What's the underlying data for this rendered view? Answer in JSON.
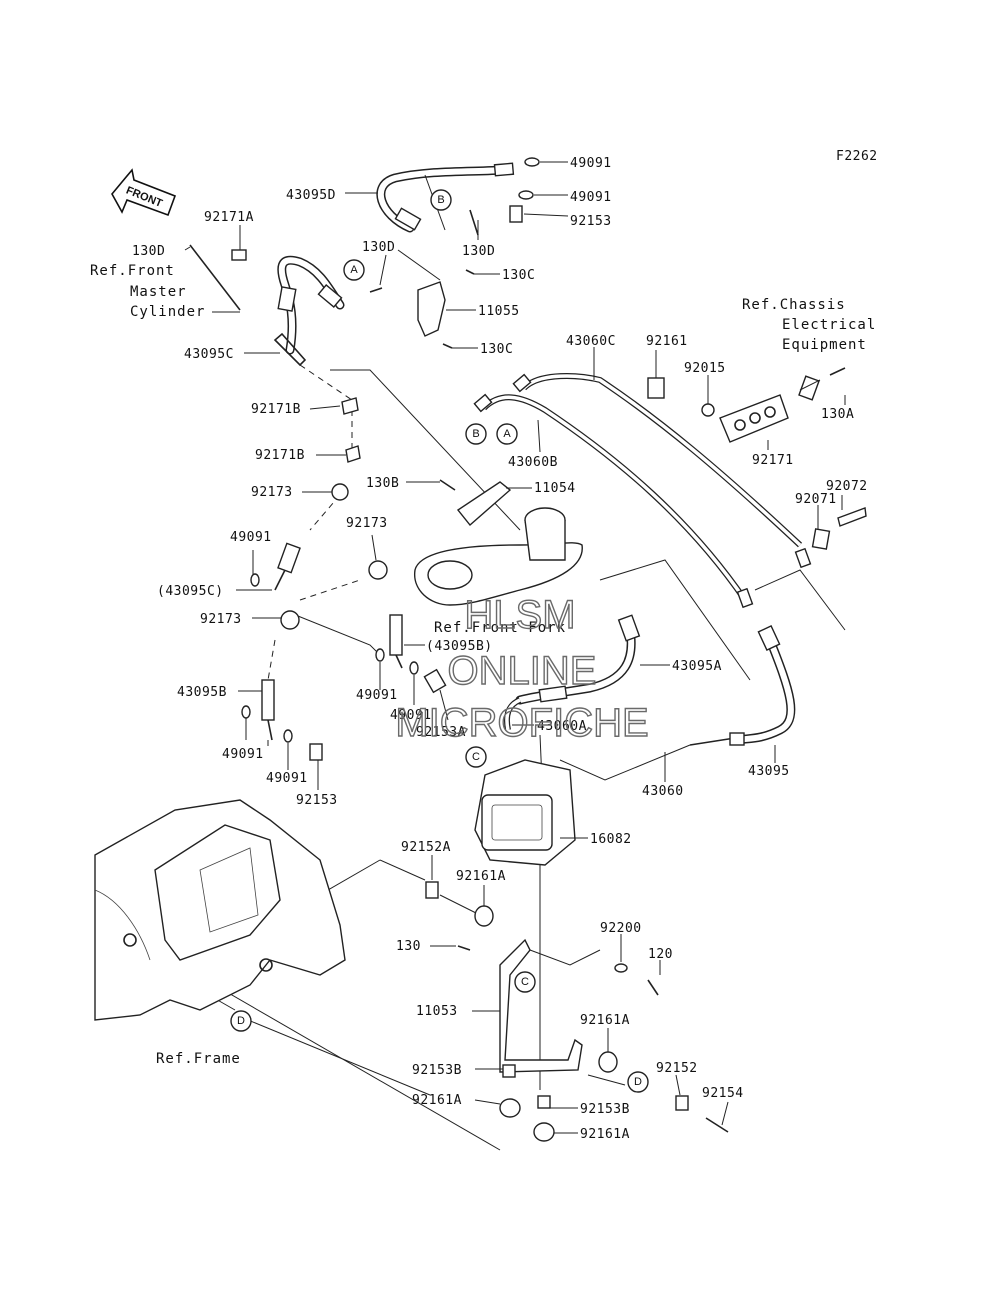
{
  "figure_code": "F2262",
  "front_arrow_label": "FRONT",
  "watermark": [
    "HLSM",
    "ONLINE",
    "MICROFICHE"
  ],
  "parts": [
    {
      "label": "49091"
    },
    {
      "label": "49091"
    },
    {
      "label": "92153"
    },
    {
      "label": "43095D"
    },
    {
      "label": "92171A"
    },
    {
      "label": "130D"
    },
    {
      "label": "130D"
    },
    {
      "label": "130D"
    },
    {
      "label": "130C"
    },
    {
      "label": "11055"
    },
    {
      "label": "130C"
    },
    {
      "label": "43095C"
    },
    {
      "label": "92171B"
    },
    {
      "label": "92171B"
    },
    {
      "label": "92173"
    },
    {
      "label": "130B"
    },
    {
      "label": "11054"
    },
    {
      "label": "43060C"
    },
    {
      "label": "92161"
    },
    {
      "label": "92015"
    },
    {
      "label": "130A"
    },
    {
      "label": "92171"
    },
    {
      "label": "43060B"
    },
    {
      "label": "92072"
    },
    {
      "label": "92071"
    },
    {
      "label": "49091"
    },
    {
      "label": "92173"
    },
    {
      "label": "(43095C)"
    },
    {
      "label": "92173"
    },
    {
      "label": "(43095B)"
    },
    {
      "label": "43095A"
    },
    {
      "label": "43095B"
    },
    {
      "label": "49091"
    },
    {
      "label": "49091"
    },
    {
      "label": "92153A"
    },
    {
      "label": "43060A"
    },
    {
      "label": "49091"
    },
    {
      "label": "49091"
    },
    {
      "label": "92153"
    },
    {
      "label": "43060"
    },
    {
      "label": "43095"
    },
    {
      "label": "16082"
    },
    {
      "label": "92152A"
    },
    {
      "label": "92161A"
    },
    {
      "label": "92200"
    },
    {
      "label": "130"
    },
    {
      "label": "120"
    },
    {
      "label": "11053"
    },
    {
      "label": "92161A"
    },
    {
      "label": "92152"
    },
    {
      "label": "92153B"
    },
    {
      "label": "92154"
    },
    {
      "label": "92161A"
    },
    {
      "label": "92153B"
    },
    {
      "label": "92161A"
    }
  ],
  "references": [
    {
      "lines": [
        "Ref.Front",
        "Master",
        "Cylinder"
      ]
    },
    {
      "lines": [
        "Ref.Chassis",
        "Electrical",
        "Equipment"
      ]
    },
    {
      "lines": [
        "Ref.Front Fork"
      ]
    },
    {
      "lines": [
        "Ref.Frame"
      ]
    }
  ],
  "callouts": [
    {
      "letter": "B"
    },
    {
      "letter": "A"
    },
    {
      "letter": "B"
    },
    {
      "letter": "A"
    },
    {
      "letter": "C"
    },
    {
      "letter": "C"
    },
    {
      "letter": "D"
    },
    {
      "letter": "D"
    }
  ]
}
